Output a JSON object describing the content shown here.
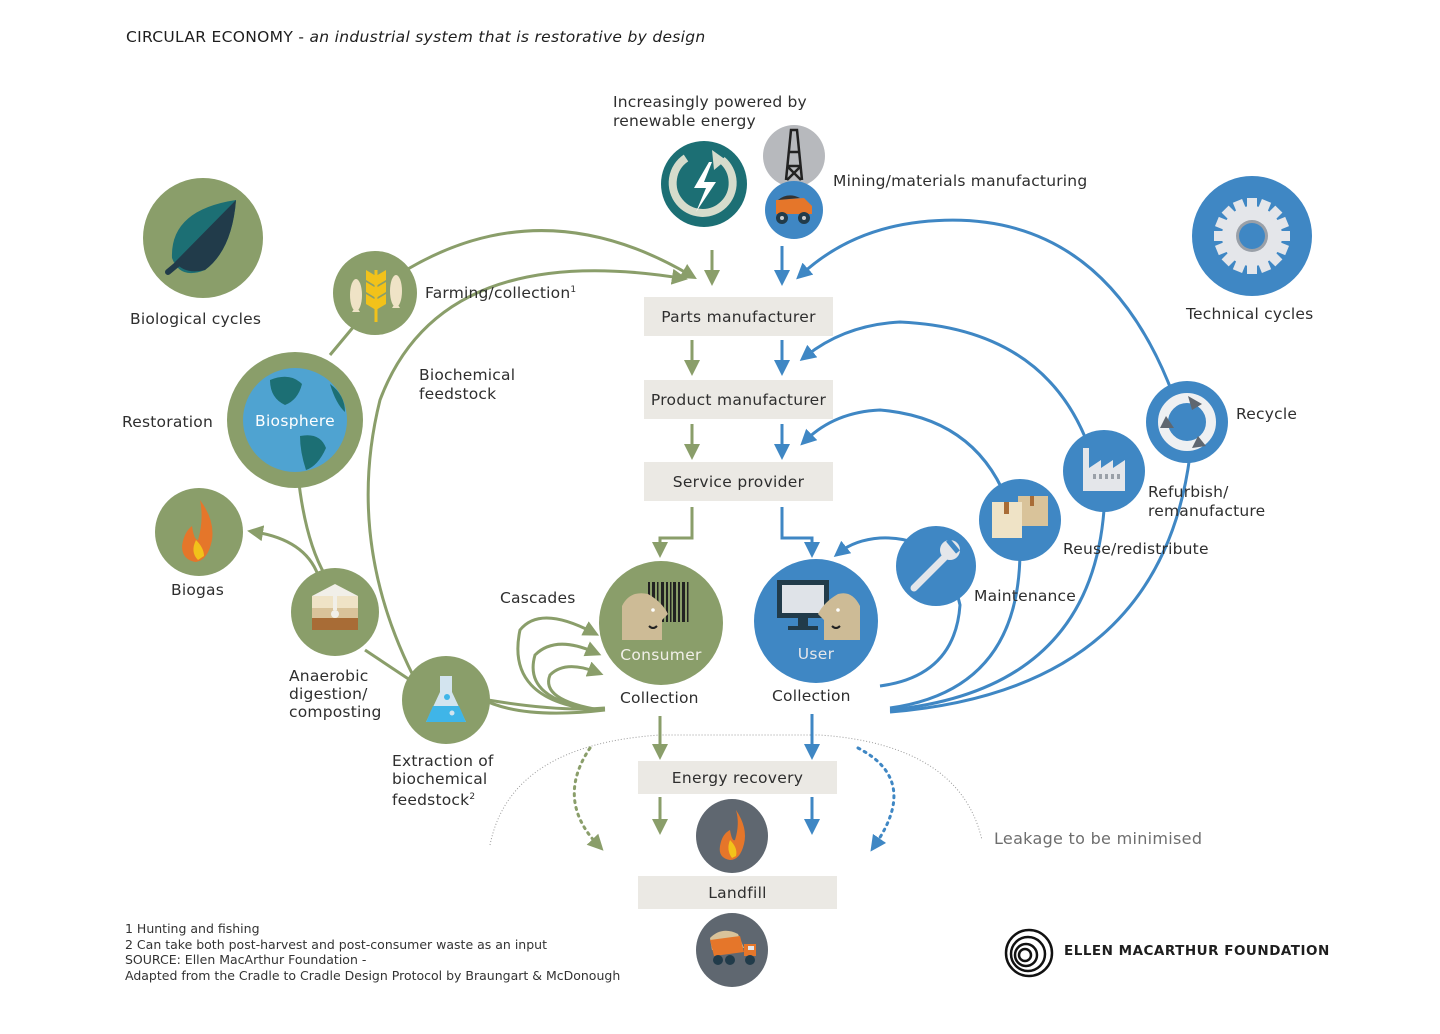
{
  "title": {
    "main": "CIRCULAR ECONOMY",
    "separator": " - ",
    "subtitle": "an industrial system that is restorative by design"
  },
  "colors": {
    "bio_green": "#8a9e6a",
    "tech_blue": "#3f87c4",
    "teal": "#1c6f74",
    "box_bg": "#ebe9e4",
    "grey_icon": "#5f6770",
    "earth_blue": "#4fa3d1"
  },
  "energy": {
    "label_line1": "Increasingly powered by",
    "label_line2": "renewable energy",
    "icon": "renewable-energy-icon"
  },
  "mining": {
    "label": "Mining/materials manufacturing",
    "icons": [
      "oil-derrick-icon",
      "mining-truck-icon"
    ]
  },
  "biological": {
    "header_label": "Biological cycles",
    "header_icon": "leaf-icon",
    "farming_label": "Farming/collection",
    "farming_sup": "1",
    "biochemical_line1": "Biochemical",
    "biochemical_line2": "feedstock",
    "restoration_label": "Restoration",
    "biosphere_label": "Biosphere",
    "biogas_label": "Biogas",
    "anaerobic_line1": "Anaerobic",
    "anaerobic_line2": "digestion/",
    "anaerobic_line3": "composting",
    "extraction_line1": "Extraction of",
    "extraction_line2": "biochemical",
    "extraction_line3": "feedstock",
    "extraction_sup": "2",
    "cascades_label": "Cascades",
    "consumer_label": "Consumer",
    "collection_label": "Collection"
  },
  "technical": {
    "header_label": "Technical cycles",
    "header_icon": "gear-icon",
    "recycle_label": "Recycle",
    "refurbish_line1": "Refurbish/",
    "refurbish_line2": "remanufacture",
    "reuse_label": "Reuse/redistribute",
    "maintenance_label": "Maintenance",
    "user_label": "User",
    "collection_label": "Collection"
  },
  "chain": {
    "parts": "Parts manufacturer",
    "product": "Product manufacturer",
    "service": "Service provider",
    "energy_recovery": "Energy recovery",
    "landfill": "Landfill"
  },
  "leakage_label": "Leakage to be minimised",
  "footnotes": [
    "1  Hunting and fishing",
    "2 Can take both post-harvest and post-consumer waste as an input",
    "SOURCE: Ellen MacArthur Foundation -",
    "Adapted from the Cradle to Cradle Design Protocol by Braungart & McDonough"
  ],
  "brand": "ELLEN MACARTHUR FOUNDATION"
}
